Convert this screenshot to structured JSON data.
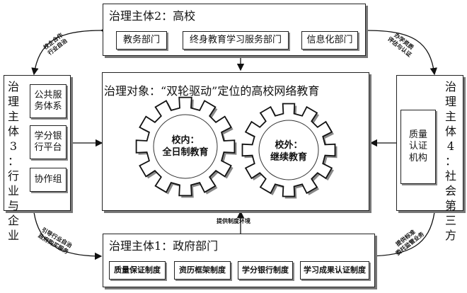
{
  "school": {
    "title": "治理主体2：高校",
    "units": [
      "教务部门",
      "终身教育学习服务部门",
      "信息化部门"
    ]
  },
  "industry": {
    "title": "治理主体3：行业与企业",
    "units": [
      "公共服务体系",
      "学分银行平台",
      "协作组"
    ]
  },
  "society": {
    "title": "治理主体4：社会第三方",
    "units": [
      "质量认证机构"
    ]
  },
  "government": {
    "title": "治理主体1：政府部门",
    "units": [
      "质量保证制度",
      "资历框架制度",
      "学分银行制度",
      "学习成果认证制度"
    ]
  },
  "center": {
    "title": "治理对象：“双轮驱动”定位的高校网络教育",
    "gears": [
      {
        "line1": "校内：",
        "line2": "全日制教育"
      },
      {
        "line1": "校外：",
        "line2": "继续教育"
      }
    ]
  },
  "links": {
    "top_left": "校企合作\n行业自治",
    "top_right": "办学资质\n评估与认证",
    "bottom_left": "引导行业自治\n政府购买服务",
    "bottom_right": "提供标准\n委托监管业务",
    "gov_to_center": "提供制度环境"
  }
}
